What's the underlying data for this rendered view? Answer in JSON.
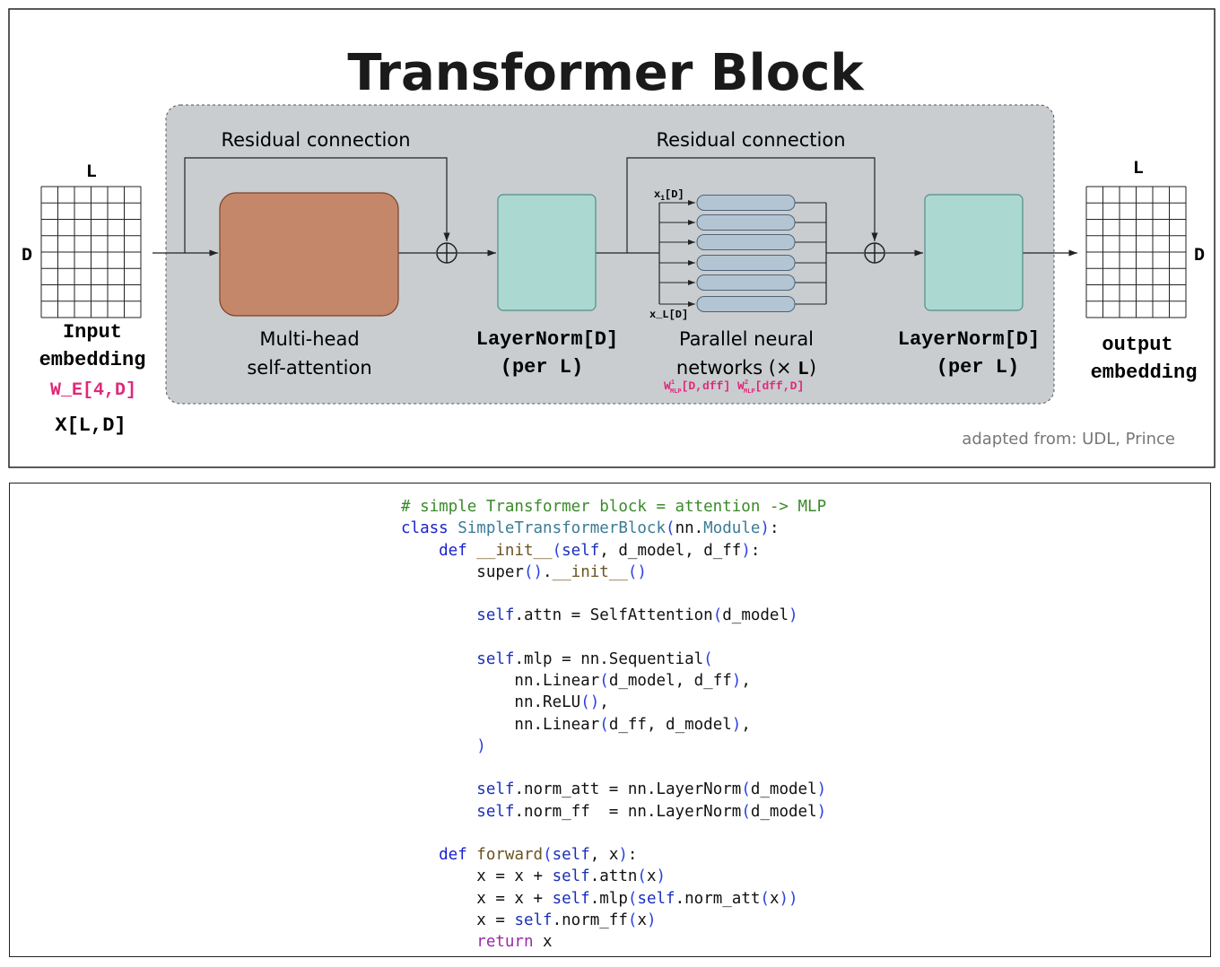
{
  "diagram": {
    "title": "Transformer Block",
    "residual_1": "Residual connection",
    "residual_2": "Residual connection",
    "attention": {
      "line1": "Multi-head",
      "line2": "self-attention"
    },
    "layernorm_1": {
      "line1": "LayerNorm[D]",
      "line2": "(per L)"
    },
    "mlp": {
      "line1": "Parallel neural",
      "line2": "networks (× L)",
      "x1": "x₁[D]",
      "xL": "x_L[D]",
      "weights": "W¹MLP[D,dff] W²MLP[dff,D]"
    },
    "layernorm_2": {
      "line1": "LayerNorm[D]",
      "line2": "(per L)"
    },
    "input": {
      "L": "L",
      "D": "D",
      "line1": "Input",
      "line2": "embedding",
      "we": "W_E[4,D]",
      "x": "X[L,D]"
    },
    "output": {
      "L": "L",
      "D": "D",
      "line1": "output",
      "line2": "embedding"
    },
    "credit": "adapted from: UDL, Prince",
    "colors": {
      "attention": "#c5876a",
      "layernorm": "#acd8d2",
      "mlp": "#b3c5d3",
      "panel": "#c9cdd0",
      "pink": "#e0287a"
    }
  },
  "code": [
    [
      [
        "# simple Transformer block = attention -> MLP",
        "c"
      ]
    ],
    [
      [
        "class ",
        "k"
      ],
      [
        "SimpleTransformerBlock",
        "cls"
      ],
      [
        "(",
        "p"
      ],
      [
        "nn.",
        "n"
      ],
      [
        "Module",
        "cls"
      ],
      [
        ")",
        "p"
      ],
      [
        ":",
        "n"
      ]
    ],
    [
      [
        "    def ",
        "k"
      ],
      [
        "__init__",
        "f"
      ],
      [
        "(",
        "p"
      ],
      [
        "self",
        "s"
      ],
      [
        ", d_model, d_ff",
        "n"
      ],
      [
        ")",
        "p"
      ],
      [
        ":",
        "n"
      ]
    ],
    [
      [
        "        super",
        "n"
      ],
      [
        "()",
        "p"
      ],
      [
        ".",
        "n"
      ],
      [
        "__init__",
        "f"
      ],
      [
        "()",
        "p"
      ]
    ],
    [
      [
        "",
        ""
      ]
    ],
    [
      [
        "        self",
        "s"
      ],
      [
        ".attn = SelfAttention",
        "n"
      ],
      [
        "(",
        "p"
      ],
      [
        "d_model",
        "n"
      ],
      [
        ")",
        "p"
      ]
    ],
    [
      [
        "",
        ""
      ]
    ],
    [
      [
        "        self",
        "s"
      ],
      [
        ".mlp = nn.Sequential",
        "n"
      ],
      [
        "(",
        "p"
      ]
    ],
    [
      [
        "            nn.Linear",
        "n"
      ],
      [
        "(",
        "p"
      ],
      [
        "d_model, d_ff",
        "n"
      ],
      [
        ")",
        "p"
      ],
      [
        ",",
        "n"
      ]
    ],
    [
      [
        "            nn.ReLU",
        "n"
      ],
      [
        "()",
        "p"
      ],
      [
        ",",
        "n"
      ]
    ],
    [
      [
        "            nn.Linear",
        "n"
      ],
      [
        "(",
        "p"
      ],
      [
        "d_ff, d_model",
        "n"
      ],
      [
        ")",
        "p"
      ],
      [
        ",",
        "n"
      ]
    ],
    [
      [
        "        )",
        "p"
      ]
    ],
    [
      [
        "",
        ""
      ]
    ],
    [
      [
        "        self",
        "s"
      ],
      [
        ".norm_att = nn.LayerNorm",
        "n"
      ],
      [
        "(",
        "p"
      ],
      [
        "d_model",
        "n"
      ],
      [
        ")",
        "p"
      ]
    ],
    [
      [
        "        self",
        "s"
      ],
      [
        ".norm_ff  = nn.LayerNorm",
        "n"
      ],
      [
        "(",
        "p"
      ],
      [
        "d_model",
        "n"
      ],
      [
        ")",
        "p"
      ]
    ],
    [
      [
        "",
        ""
      ]
    ],
    [
      [
        "    def ",
        "k"
      ],
      [
        "forward",
        "f"
      ],
      [
        "(",
        "p"
      ],
      [
        "self",
        "s"
      ],
      [
        ", x",
        "n"
      ],
      [
        ")",
        "p"
      ],
      [
        ":",
        "n"
      ]
    ],
    [
      [
        "        x = x + ",
        "n"
      ],
      [
        "self",
        "s"
      ],
      [
        ".attn",
        "n"
      ],
      [
        "(",
        "p"
      ],
      [
        "x",
        "n"
      ],
      [
        ")",
        "p"
      ]
    ],
    [
      [
        "        x = x + ",
        "n"
      ],
      [
        "self",
        "s"
      ],
      [
        ".mlp",
        "n"
      ],
      [
        "(",
        "p"
      ],
      [
        "self",
        "s"
      ],
      [
        ".norm_att",
        "n"
      ],
      [
        "(",
        "p"
      ],
      [
        "x",
        "n"
      ],
      [
        "))",
        "p"
      ]
    ],
    [
      [
        "        x = ",
        "n"
      ],
      [
        "self",
        "s"
      ],
      [
        ".norm_ff",
        "n"
      ],
      [
        "(",
        "p"
      ],
      [
        "x",
        "n"
      ],
      [
        ")",
        "p"
      ]
    ],
    [
      [
        "        return ",
        "r"
      ],
      [
        "x",
        "n"
      ]
    ]
  ]
}
